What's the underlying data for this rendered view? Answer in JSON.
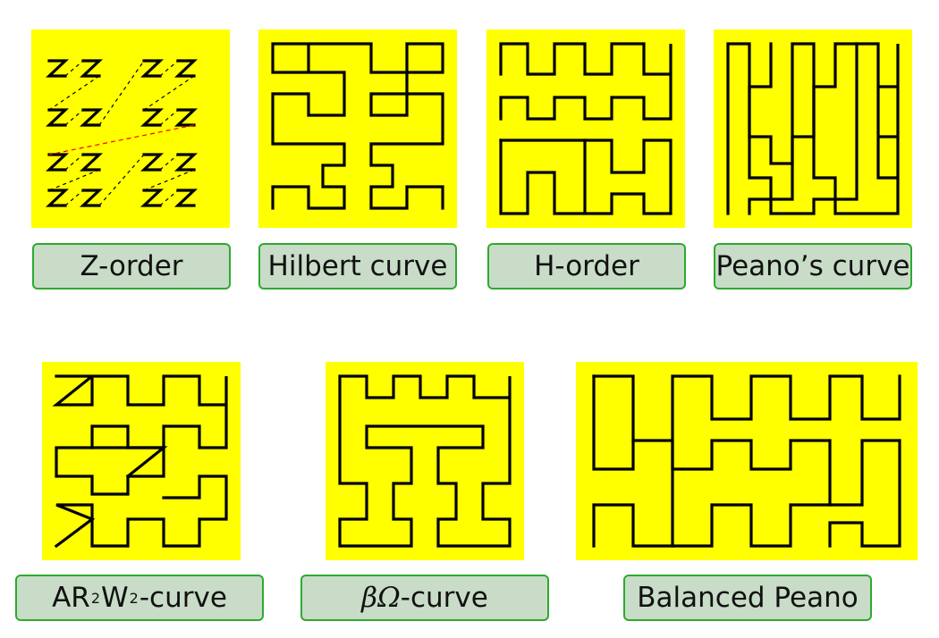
{
  "tiles": [
    {
      "id": "z-order",
      "label": "Z-order"
    },
    {
      "id": "hilbert",
      "label": "Hilbert curve"
    },
    {
      "id": "h-order",
      "label": "H-order"
    },
    {
      "id": "peano",
      "label": "Peano’s curve"
    },
    {
      "id": "ar2w2",
      "label_main": "AR",
      "sup1": "2",
      "label_mid": "W",
      "sup2": "2",
      "label_tail": "-curve"
    },
    {
      "id": "beta-omega",
      "label_symbol": "βΩ",
      "label_tail": "-curve"
    },
    {
      "id": "balanced-peano",
      "label": "Balanced Peano"
    }
  ],
  "colors": {
    "tile_background": "#ffff00",
    "label_background": "#c8dcc8",
    "label_border": "#2eaa2e",
    "z_jump_line": "#ff0000"
  }
}
